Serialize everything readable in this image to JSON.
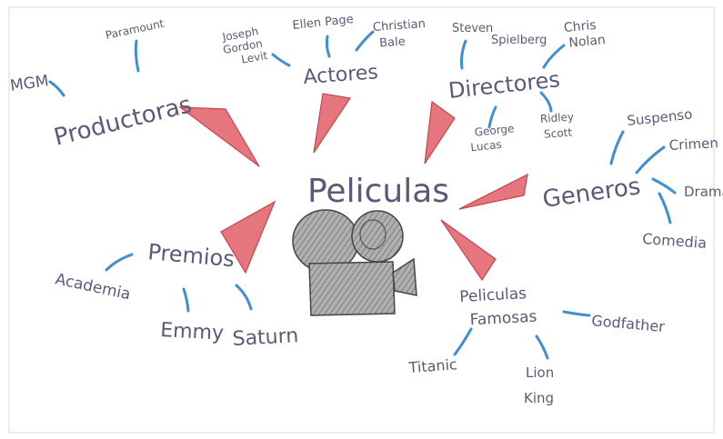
{
  "central": {
    "label": "Peliculas",
    "icon": "film-camera-icon"
  },
  "branches": {
    "productoras": {
      "label": "Productoras",
      "items": [
        "MGM",
        "Paramount"
      ]
    },
    "actores": {
      "label": "Actores",
      "items": [
        "Joseph Gordon Levit",
        "Ellen Page",
        "Christian Bale"
      ]
    },
    "directores": {
      "label": "Directores",
      "items": [
        "Steven Spielberg",
        "Chris Nolan",
        "George Lucas",
        "Ridley Scott"
      ]
    },
    "generos": {
      "label": "Generos",
      "items": [
        "Suspenso",
        "Crimen",
        "Drama",
        "Comedia"
      ]
    },
    "premios": {
      "label": "Premios",
      "items": [
        "Academia",
        "Emmy",
        "Saturn"
      ]
    },
    "famosas": {
      "label": "Peliculas Famosas",
      "items": [
        "Godfather",
        "Titanic",
        "Lion King"
      ]
    }
  },
  "colors": {
    "paper": "#ffffff",
    "ink": "#5a5a78",
    "red_connector": "#e5767d",
    "red_stroke": "#c9444e",
    "blue_connector": "#3f8fd1",
    "camera_fill": "#8d8d8d"
  }
}
